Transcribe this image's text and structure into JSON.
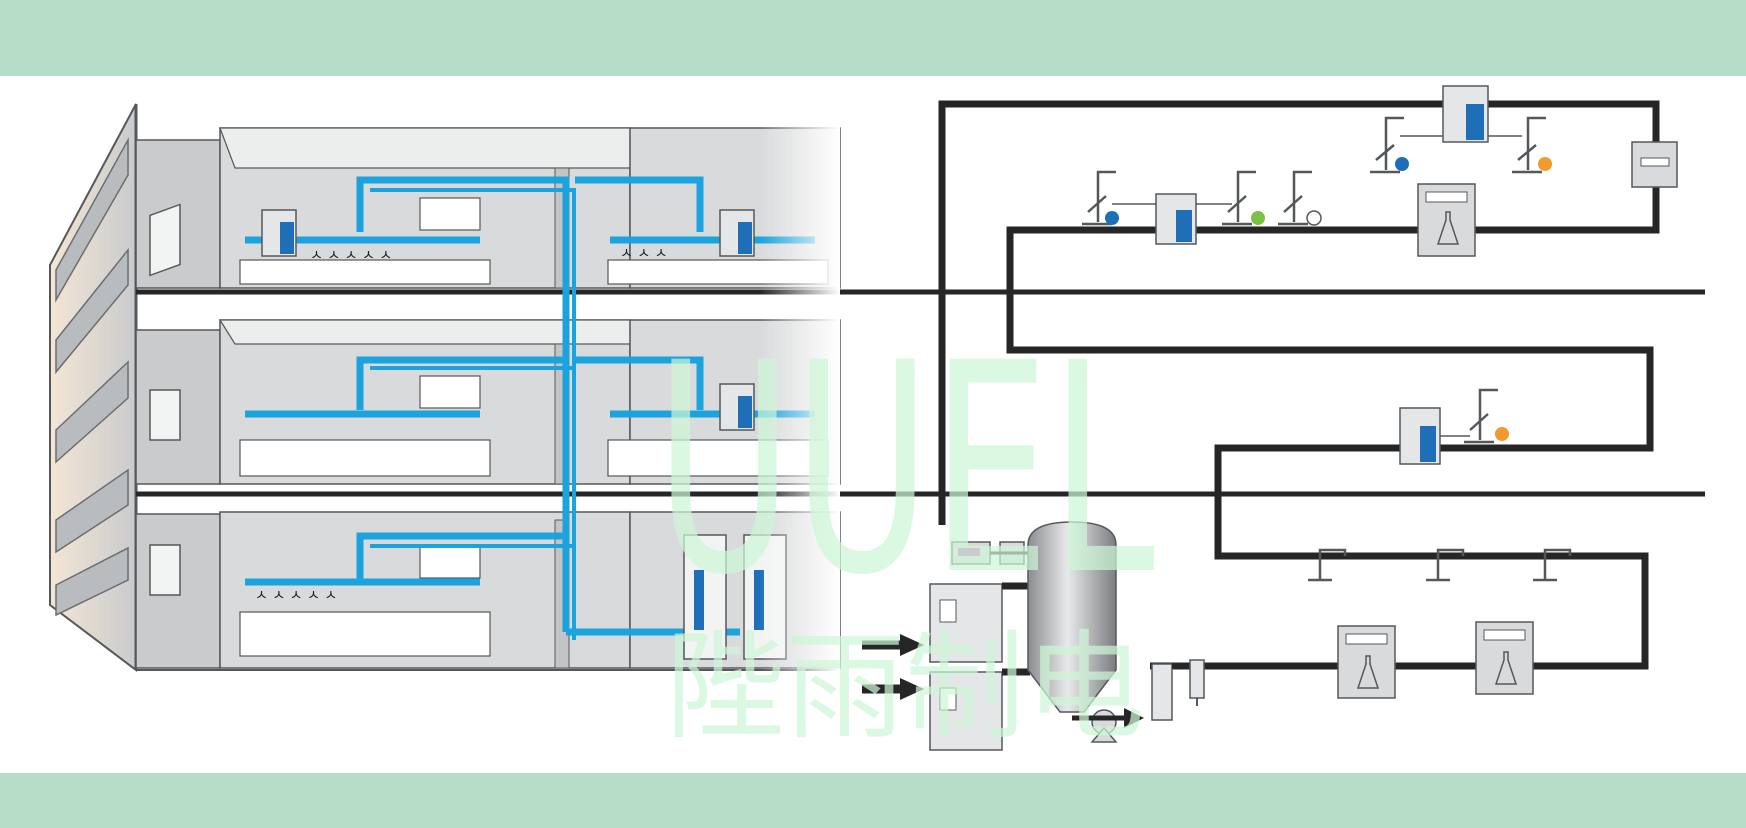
{
  "diagram": {
    "watermark_latin": "UUEL",
    "watermark_cjk": "陛雨制电"
  },
  "colors": {
    "band": "#b6ddc8",
    "pipe_blue": "#1aa3dd",
    "loop_dark": "#262626",
    "floor_grey": "#d9dadb",
    "building_outline": "#55585b",
    "dot_blue": "#1e6fb8",
    "dot_green": "#7cc242",
    "dot_orange": "#f29a2e",
    "watermark": "#cdf7d7"
  },
  "icons": {
    "building": "building-cutaway",
    "purifier": "water-purifier-unit",
    "faucet": "lab-faucet",
    "analyzer": "lab-analyzer-instrument",
    "tank": "storage-tank",
    "pump": "circulation-pump",
    "filter": "cartridge-filter"
  }
}
